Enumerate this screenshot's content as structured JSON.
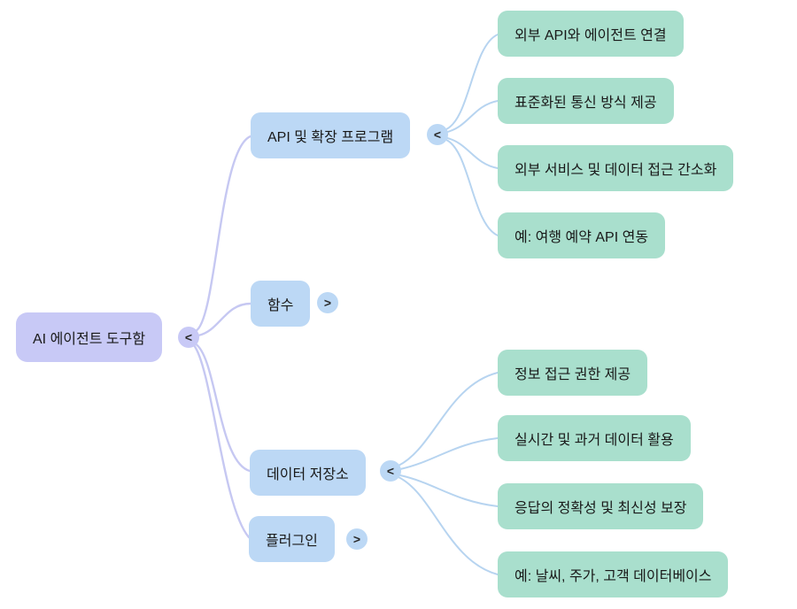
{
  "colors": {
    "root_fill": "#c8c9f6",
    "branch_fill": "#bcd8f5",
    "child_fill": "#a9dfcd",
    "root_link": "#c6c8f2",
    "branch_link": "#b7d4f0",
    "text": "#191919"
  },
  "root": {
    "label": "AI 에이전트 도구함",
    "toggle": "<"
  },
  "branches": [
    {
      "label": "API 및 확장 프로그램",
      "toggle": "<",
      "children": [
        {
          "label": "외부 API와 에이전트 연결"
        },
        {
          "label": "표준화된 통신 방식 제공"
        },
        {
          "label": "외부 서비스 및 데이터 접근 간소화"
        },
        {
          "label": "예: 여행 예약 API 연동"
        }
      ]
    },
    {
      "label": "함수",
      "toggle": ">",
      "children": []
    },
    {
      "label": "데이터 저장소",
      "toggle": "<",
      "children": [
        {
          "label": "정보 접근 권한 제공"
        },
        {
          "label": "실시간 및 과거 데이터 활용"
        },
        {
          "label": "응답의 정확성 및 최신성 보장"
        },
        {
          "label": "예: 날씨, 주가, 고객 데이터베이스"
        }
      ]
    },
    {
      "label": "플러그인",
      "toggle": ">",
      "children": []
    }
  ]
}
